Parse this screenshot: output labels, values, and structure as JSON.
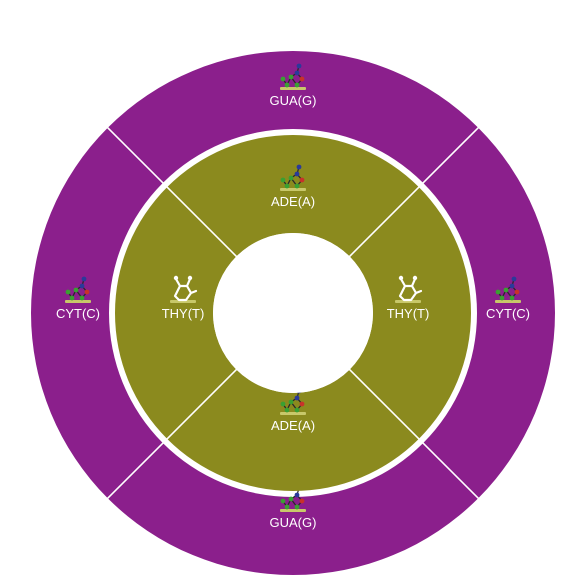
{
  "colors": {
    "outer_ring": "#8b1f8c",
    "inner_ring": "#8b8a1e",
    "divider": "#ffffff",
    "center": "#ffffff",
    "molecule_green": "#3aa032",
    "molecule_blue": "#2a3a9a",
    "molecule_red": "#c8322a",
    "molecule_line": "#2a2a2a",
    "molecule_base": "#c8c86a"
  },
  "outer_ring": {
    "segments": [
      {
        "id": "gua-top",
        "label": "GUA(G)",
        "icon": "guanine-molecule-icon"
      },
      {
        "id": "cyt-right",
        "label": "CYT(C)",
        "icon": "cytosine-molecule-icon"
      },
      {
        "id": "gua-bottom",
        "label": "GUA(G)",
        "icon": "guanine-molecule-icon"
      },
      {
        "id": "cyt-left",
        "label": "CYT(C)",
        "icon": "cytosine-molecule-icon"
      }
    ]
  },
  "inner_ring": {
    "segments": [
      {
        "id": "ade-top",
        "label": "ADE(A)",
        "icon": "adenine-molecule-icon"
      },
      {
        "id": "thy-right",
        "label": "THY(T)",
        "icon": "thymine-molecule-icon"
      },
      {
        "id": "ade-bottom",
        "label": "ADE(A)",
        "icon": "adenine-molecule-icon"
      },
      {
        "id": "thy-left",
        "label": "THY(T)",
        "icon": "thymine-molecule-icon"
      }
    ]
  }
}
